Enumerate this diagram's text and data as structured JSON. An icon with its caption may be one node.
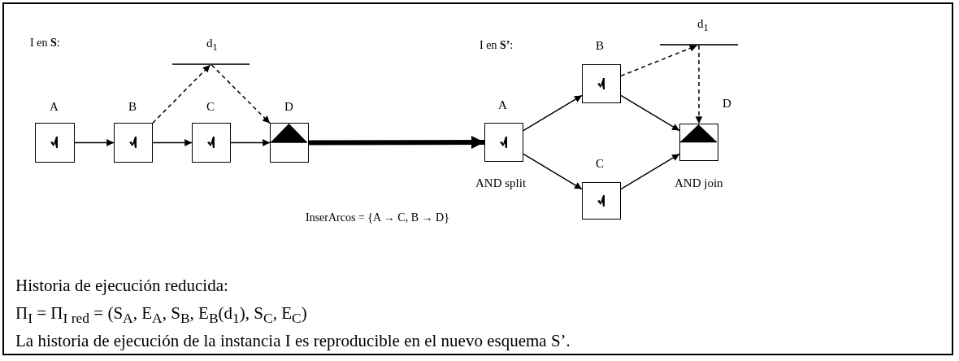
{
  "diagram": {
    "nodes": [
      {
        "text": [
          "A"
        ]
      },
      {
        "text": [
          "B"
        ]
      },
      {
        "text": [
          "C"
        ]
      },
      {
        "text": [
          "D"
        ]
      },
      {
        "text": [
          "d$_{1}$"
        ]
      },
      {
        "text": [
          "A"
        ],
        "beside": [
          "AND split"
        ]
      },
      {
        "text": [
          "B"
        ]
      },
      {
        "text": [
          "C"
        ]
      },
      {
        "text": [
          "D"
        ],
        "beside": [
          "AND join"
        ]
      },
      {
        "text": [
          "d$_{1}$"
        ]
      }
    ],
    "edges": [
      {
        "from": 0,
        "to": 1,
        "arrow": "to"
      },
      {
        "from": 1,
        "to": 2,
        "arrow": "to"
      },
      {
        "from": 2,
        "to": 3,
        "arrow": "to"
      },
      {
        "from": 1,
        "to": 4,
        "arrow": "to",
        "style": "dashed"
      },
      {
        "from": 4,
        "to": 3,
        "arrow": "to",
        "style": "dashed"
      },
      {
        "from": 3,
        "to": 5,
        "arrow": "to",
        "style": "thick"
      },
      {
        "from": 5,
        "to": 6,
        "arrow": "to"
      },
      {
        "from": 5,
        "to": 7,
        "arrow": "to"
      },
      {
        "from": 6,
        "to": 8,
        "arrow": "to"
      },
      {
        "from": 7,
        "to": 8,
        "arrow": "to"
      },
      {
        "from": 6,
        "to": 9,
        "arrow": "to",
        "style": "dashed"
      },
      {
        "from": 9,
        "to": 8,
        "arrow": "to",
        "style": "dashed"
      }
    ],
    "labels": [
      "I en **S**:",
      "I en **S’**:",
      "InserArcos = {A → C, B → D}",
      "Historia de ejecución reducida:",
      "Π$_{I}$ = Π$_{I red}$ = (S$_{A}$, E$_{A}$, S$_{B}$, E$_{B}$(d$_{1}$), S$_{C}$, E$_{C}$)",
      "La historia de ejecución de la instancia I es reproducible en el nuevo esquema S’."
    ]
  }
}
